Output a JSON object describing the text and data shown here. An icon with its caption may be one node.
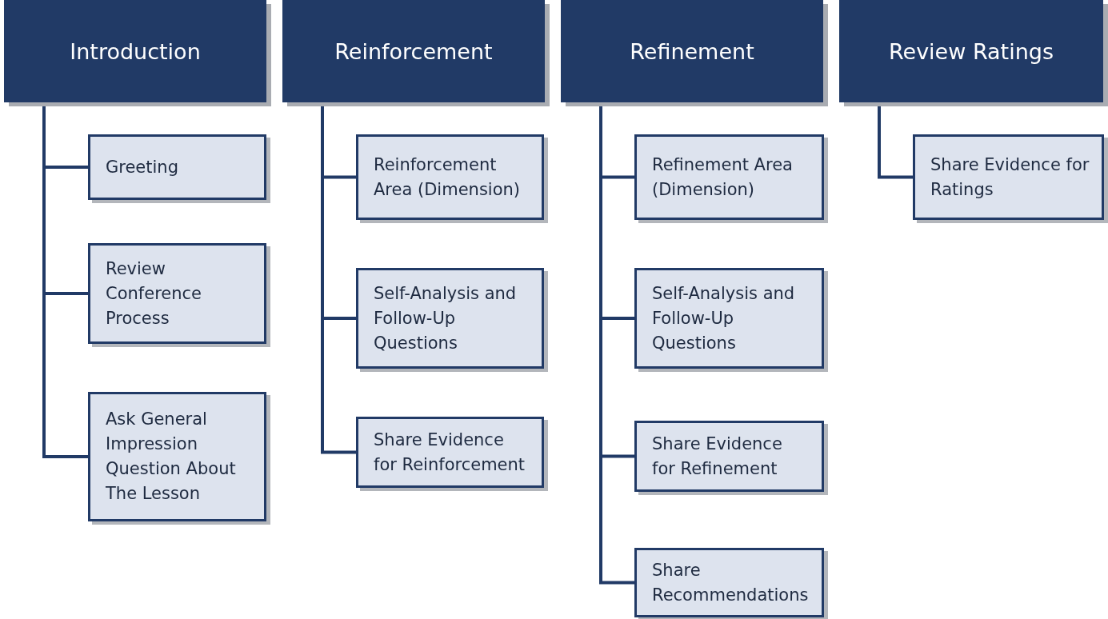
{
  "diagram": {
    "nodes": [
      {
        "text": [
          "Introduction"
        ]
      },
      {
        "text": [
          "Greeting"
        ]
      },
      {
        "text": [
          "Review Conference Process"
        ]
      },
      {
        "text": [
          "Ask General Impression Question About The Lesson"
        ]
      },
      {
        "text": [
          "Reinforcement"
        ]
      },
      {
        "text": [
          "Reinforcement Area (Dimension)"
        ]
      },
      {
        "text": [
          "Self-Analysis and Follow-Up Questions"
        ]
      },
      {
        "text": [
          "Share Evidence for Reinforcement"
        ]
      },
      {
        "text": [
          "Refinement"
        ]
      },
      {
        "text": [
          "Refinement Area (Dimension)"
        ]
      },
      {
        "text": [
          "Self-Analysis and Follow-Up Questions"
        ]
      },
      {
        "text": [
          "Share Evidence for Refinement"
        ]
      },
      {
        "text": [
          "Share Recommendations"
        ]
      },
      {
        "text": [
          "Review Ratings"
        ]
      },
      {
        "text": [
          "Share Evidence for Ratings"
        ]
      }
    ],
    "edges": [
      {
        "from": 0,
        "to": 1,
        "arrow": "none"
      },
      {
        "from": 0,
        "to": 2,
        "arrow": "none"
      },
      {
        "from": 0,
        "to": 3,
        "arrow": "none"
      },
      {
        "from": 4,
        "to": 5,
        "arrow": "none"
      },
      {
        "from": 4,
        "to": 6,
        "arrow": "none"
      },
      {
        "from": 4,
        "to": 7,
        "arrow": "none"
      },
      {
        "from": 8,
        "to": 9,
        "arrow": "none"
      },
      {
        "from": 8,
        "to": 10,
        "arrow": "none"
      },
      {
        "from": 8,
        "to": 11,
        "arrow": "none"
      },
      {
        "from": 8,
        "to": 12,
        "arrow": "none"
      },
      {
        "from": 13,
        "to": 14,
        "arrow": "none"
      }
    ]
  }
}
